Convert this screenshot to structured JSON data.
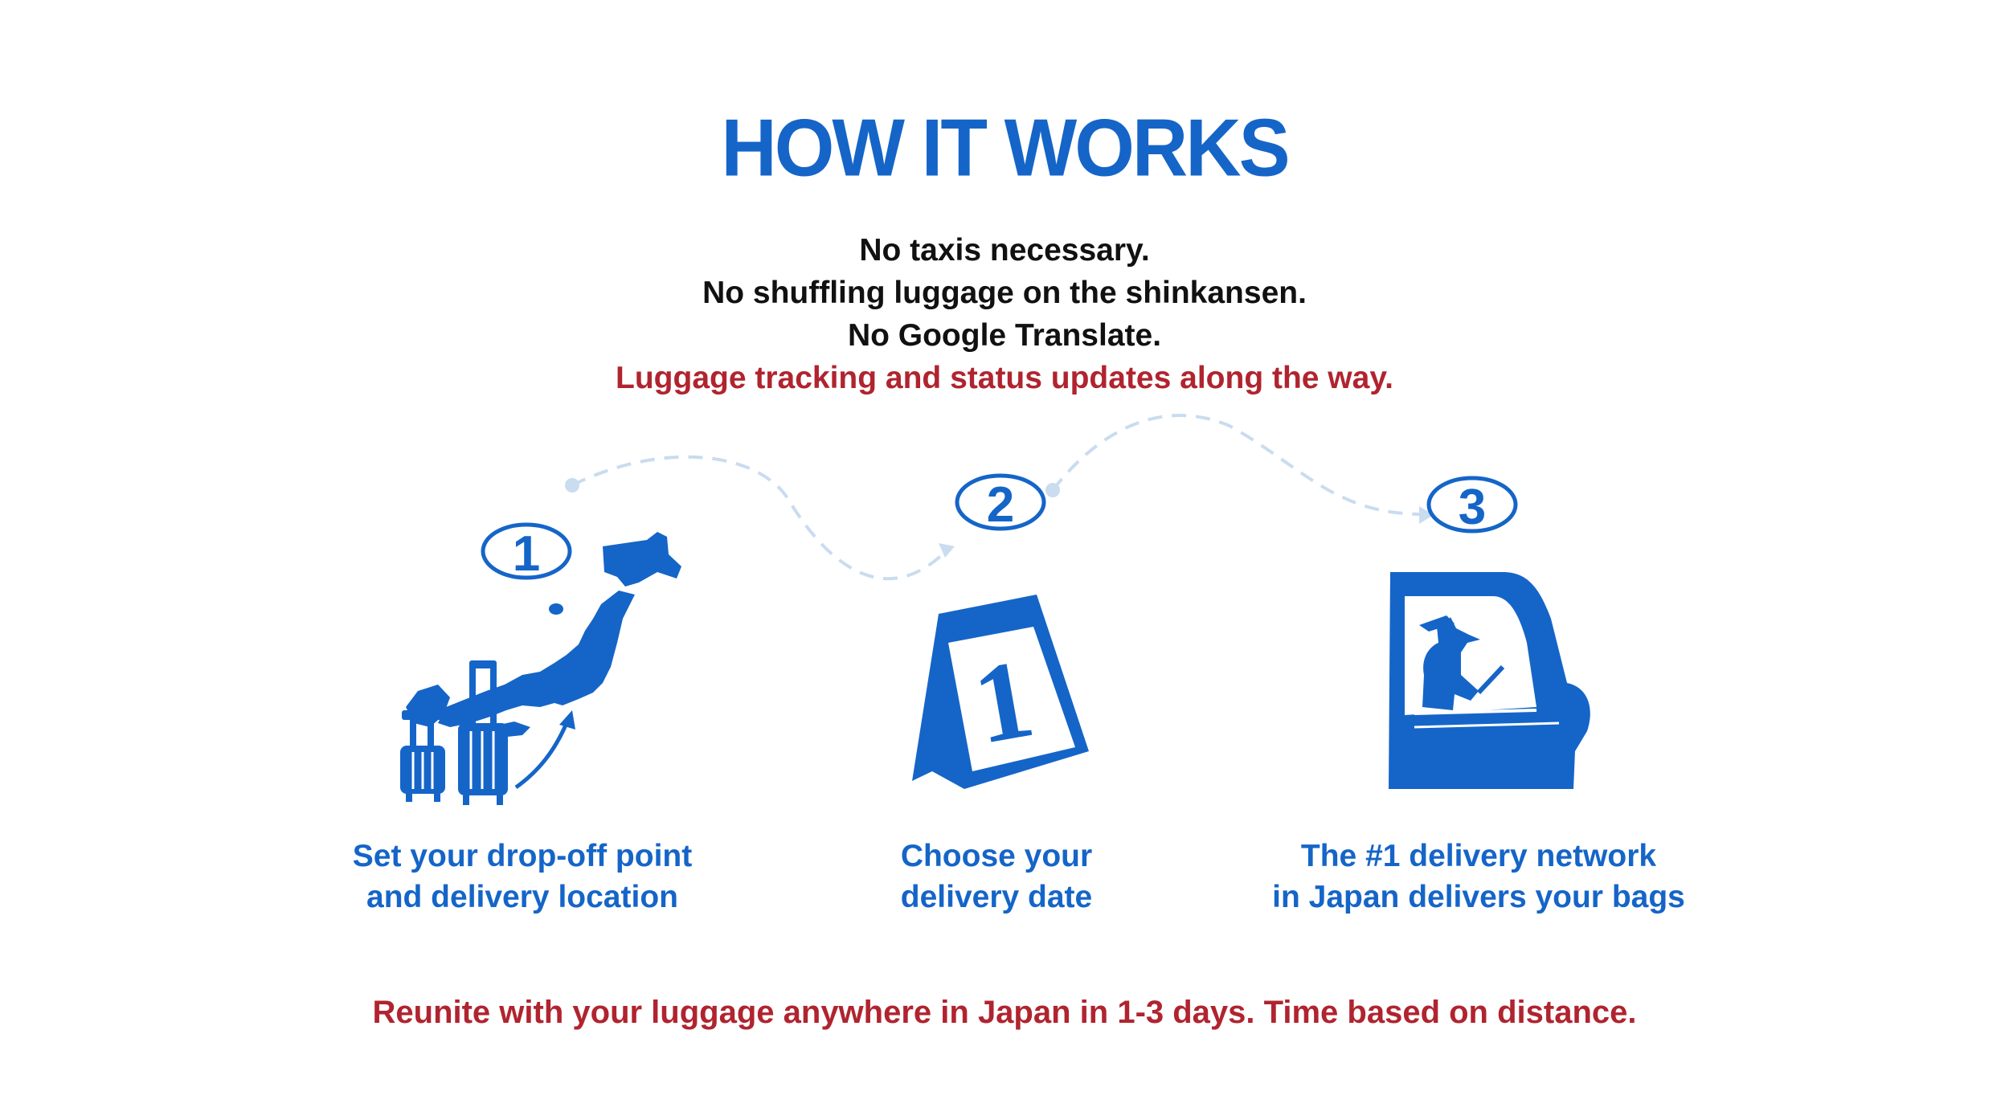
{
  "title": "HOW IT WORKS",
  "intro": {
    "lines": [
      "No taxis necessary.",
      "No shuffling luggage on the shinkansen.",
      "No Google Translate."
    ],
    "highlight": "Luggage tracking and status updates along the way."
  },
  "steps": [
    {
      "number": "1",
      "icon": "japan-map-luggage-icon",
      "caption_lines": [
        "Set your drop-off point",
        "and delivery location"
      ]
    },
    {
      "number": "2",
      "icon": "calendar-icon",
      "caption_lines": [
        "Choose your",
        "delivery date"
      ]
    },
    {
      "number": "3",
      "icon": "delivery-truck-icon",
      "caption_lines": [
        "The #1 delivery network",
        "in Japan delivers your bags"
      ]
    }
  ],
  "footer": "Reunite with your luggage anywhere in Japan in 1-3 days. Time based on distance.",
  "colors": {
    "primary_blue": "#1565c8",
    "accent_red": "#b0242f",
    "text_dark": "#111111",
    "path_dashes": "#c9dcf0"
  }
}
